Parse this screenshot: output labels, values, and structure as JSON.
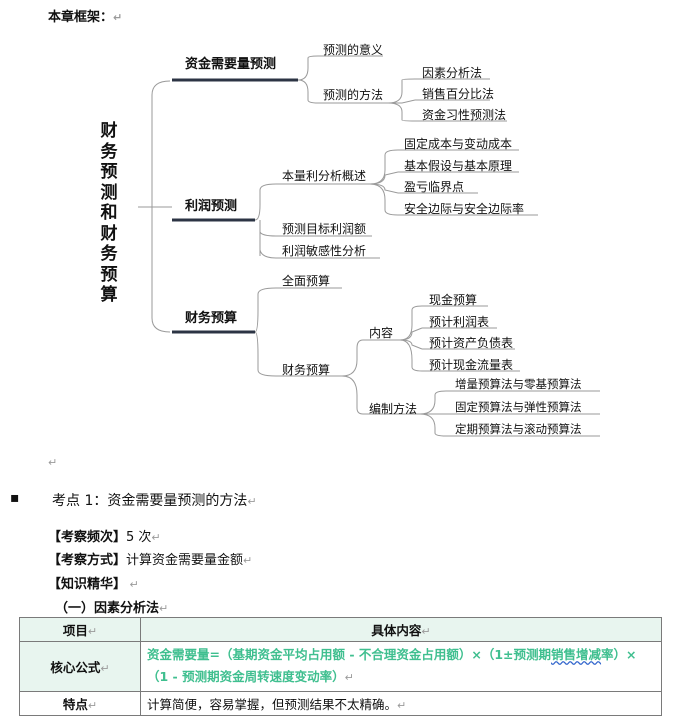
{
  "doc": {
    "framework_title": "本章框架：",
    "return_mark": "↵",
    "root": "财务预测和财务预算",
    "branches": [
      {
        "label": "资金需要量预测",
        "items": [
          "预测的意义",
          "预测的方法"
        ],
        "sub": [
          "因素分析法",
          "销售百分比法",
          "资金习性预测法"
        ]
      },
      {
        "label": "利润预测",
        "items": [
          "本量利分析概述",
          "预测目标利润额",
          "利润敏感性分析"
        ],
        "sub": [
          "固定成本与变动成本",
          "基本假设与基本原理",
          "盈亏临界点",
          "安全边际与安全边际率"
        ]
      },
      {
        "label": "财务预算",
        "items": [
          "全面预算",
          "财务预算"
        ],
        "sub_groups": [
          {
            "label": "内容",
            "items": [
              "现金预算",
              "预计利润表",
              "预计资产负债表",
              "预计现金流量表"
            ]
          },
          {
            "label": "编制方法",
            "items": [
              "增量预算法与零基预算法",
              "固定预算法与弹性预算法",
              "定期预算法与滚动预算法"
            ]
          }
        ]
      }
    ],
    "bullet": "▪",
    "section_heading": "考点 1：资金需要量预测的方法",
    "freq_label": "【考察频次】",
    "freq_value": "5 次",
    "method_label": "【考察方式】",
    "method_value": "计算资金需要量金额",
    "essence_label": "【知识精华】",
    "sub_heading": "（一）因素分析法",
    "table": {
      "col1": "项目",
      "col2": "具体内容",
      "rows": [
        {
          "item": "核心公式",
          "text_before": "资金需要量=（基期资金平均占用额 - 不合理资金占用额）×（1±预测期",
          "text_wavy": "销售增减",
          "text_after": "率）×（1 - 预测期资金周转速度变动率）"
        },
        {
          "item": "特点",
          "content": "计算简便，容易掌握，但预测结果不太精确。"
        }
      ]
    }
  }
}
